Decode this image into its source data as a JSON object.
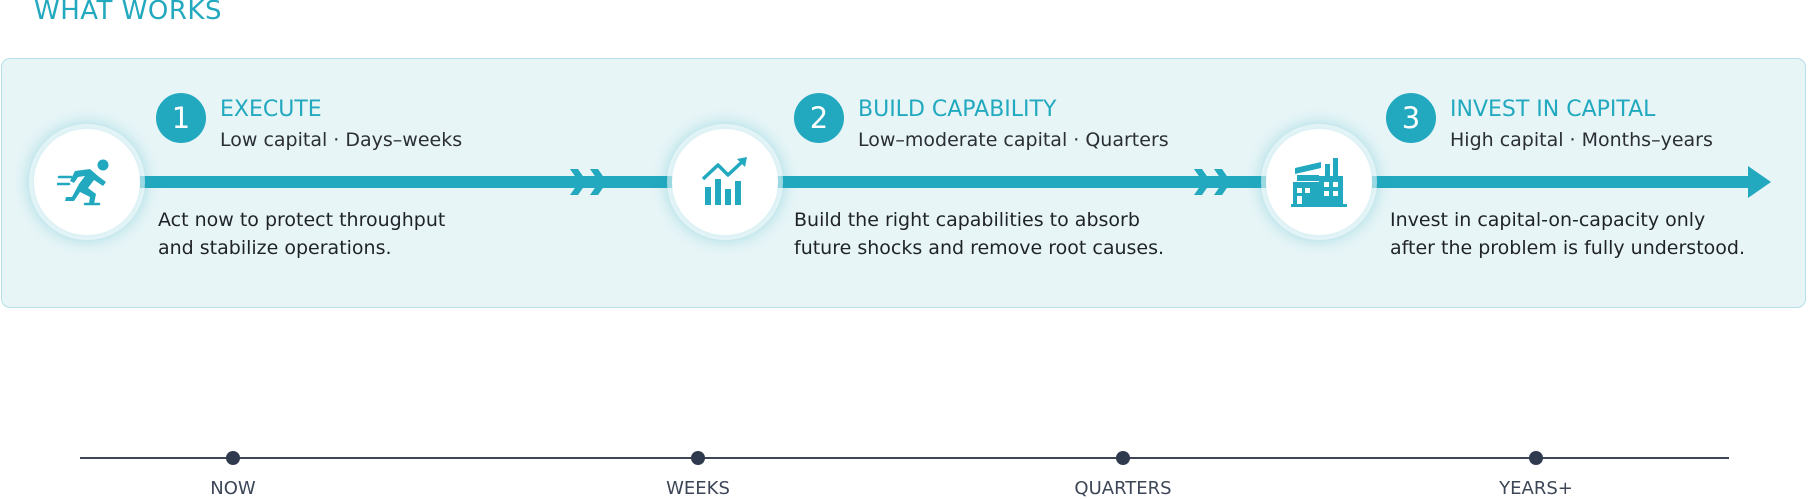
{
  "title": "WHAT WORKS",
  "steps": [
    {
      "number": "1",
      "heading": "EXECUTE",
      "subtitle": "Low capital · Days–weeks",
      "description_lines": [
        "Act now to protect throughput",
        "and stabilize operations."
      ],
      "icon": "running-person-icon"
    },
    {
      "number": "2",
      "heading": "BUILD CAPABILITY",
      "subtitle": "Low–moderate capital · Quarters",
      "description_lines": [
        "Build the right capabilities to absorb",
        "future shocks and remove root causes."
      ],
      "icon": "growth-chart-icon"
    },
    {
      "number": "3",
      "heading": "INVEST IN CAPITAL",
      "subtitle": "High capital · Months–years",
      "description_lines": [
        "Invest in capital-on-capacity only",
        "after the problem is fully understood."
      ],
      "icon": "factory-icon"
    }
  ],
  "timeline": {
    "labels": [
      "NOW",
      "WEEKS",
      "QUARTERS",
      "YEARS+"
    ]
  },
  "colors": {
    "accent": "#22a9bf",
    "panel_bg": "#e7f5f7",
    "panel_border": "#b6e0e7",
    "timeline": "#3c4656"
  }
}
